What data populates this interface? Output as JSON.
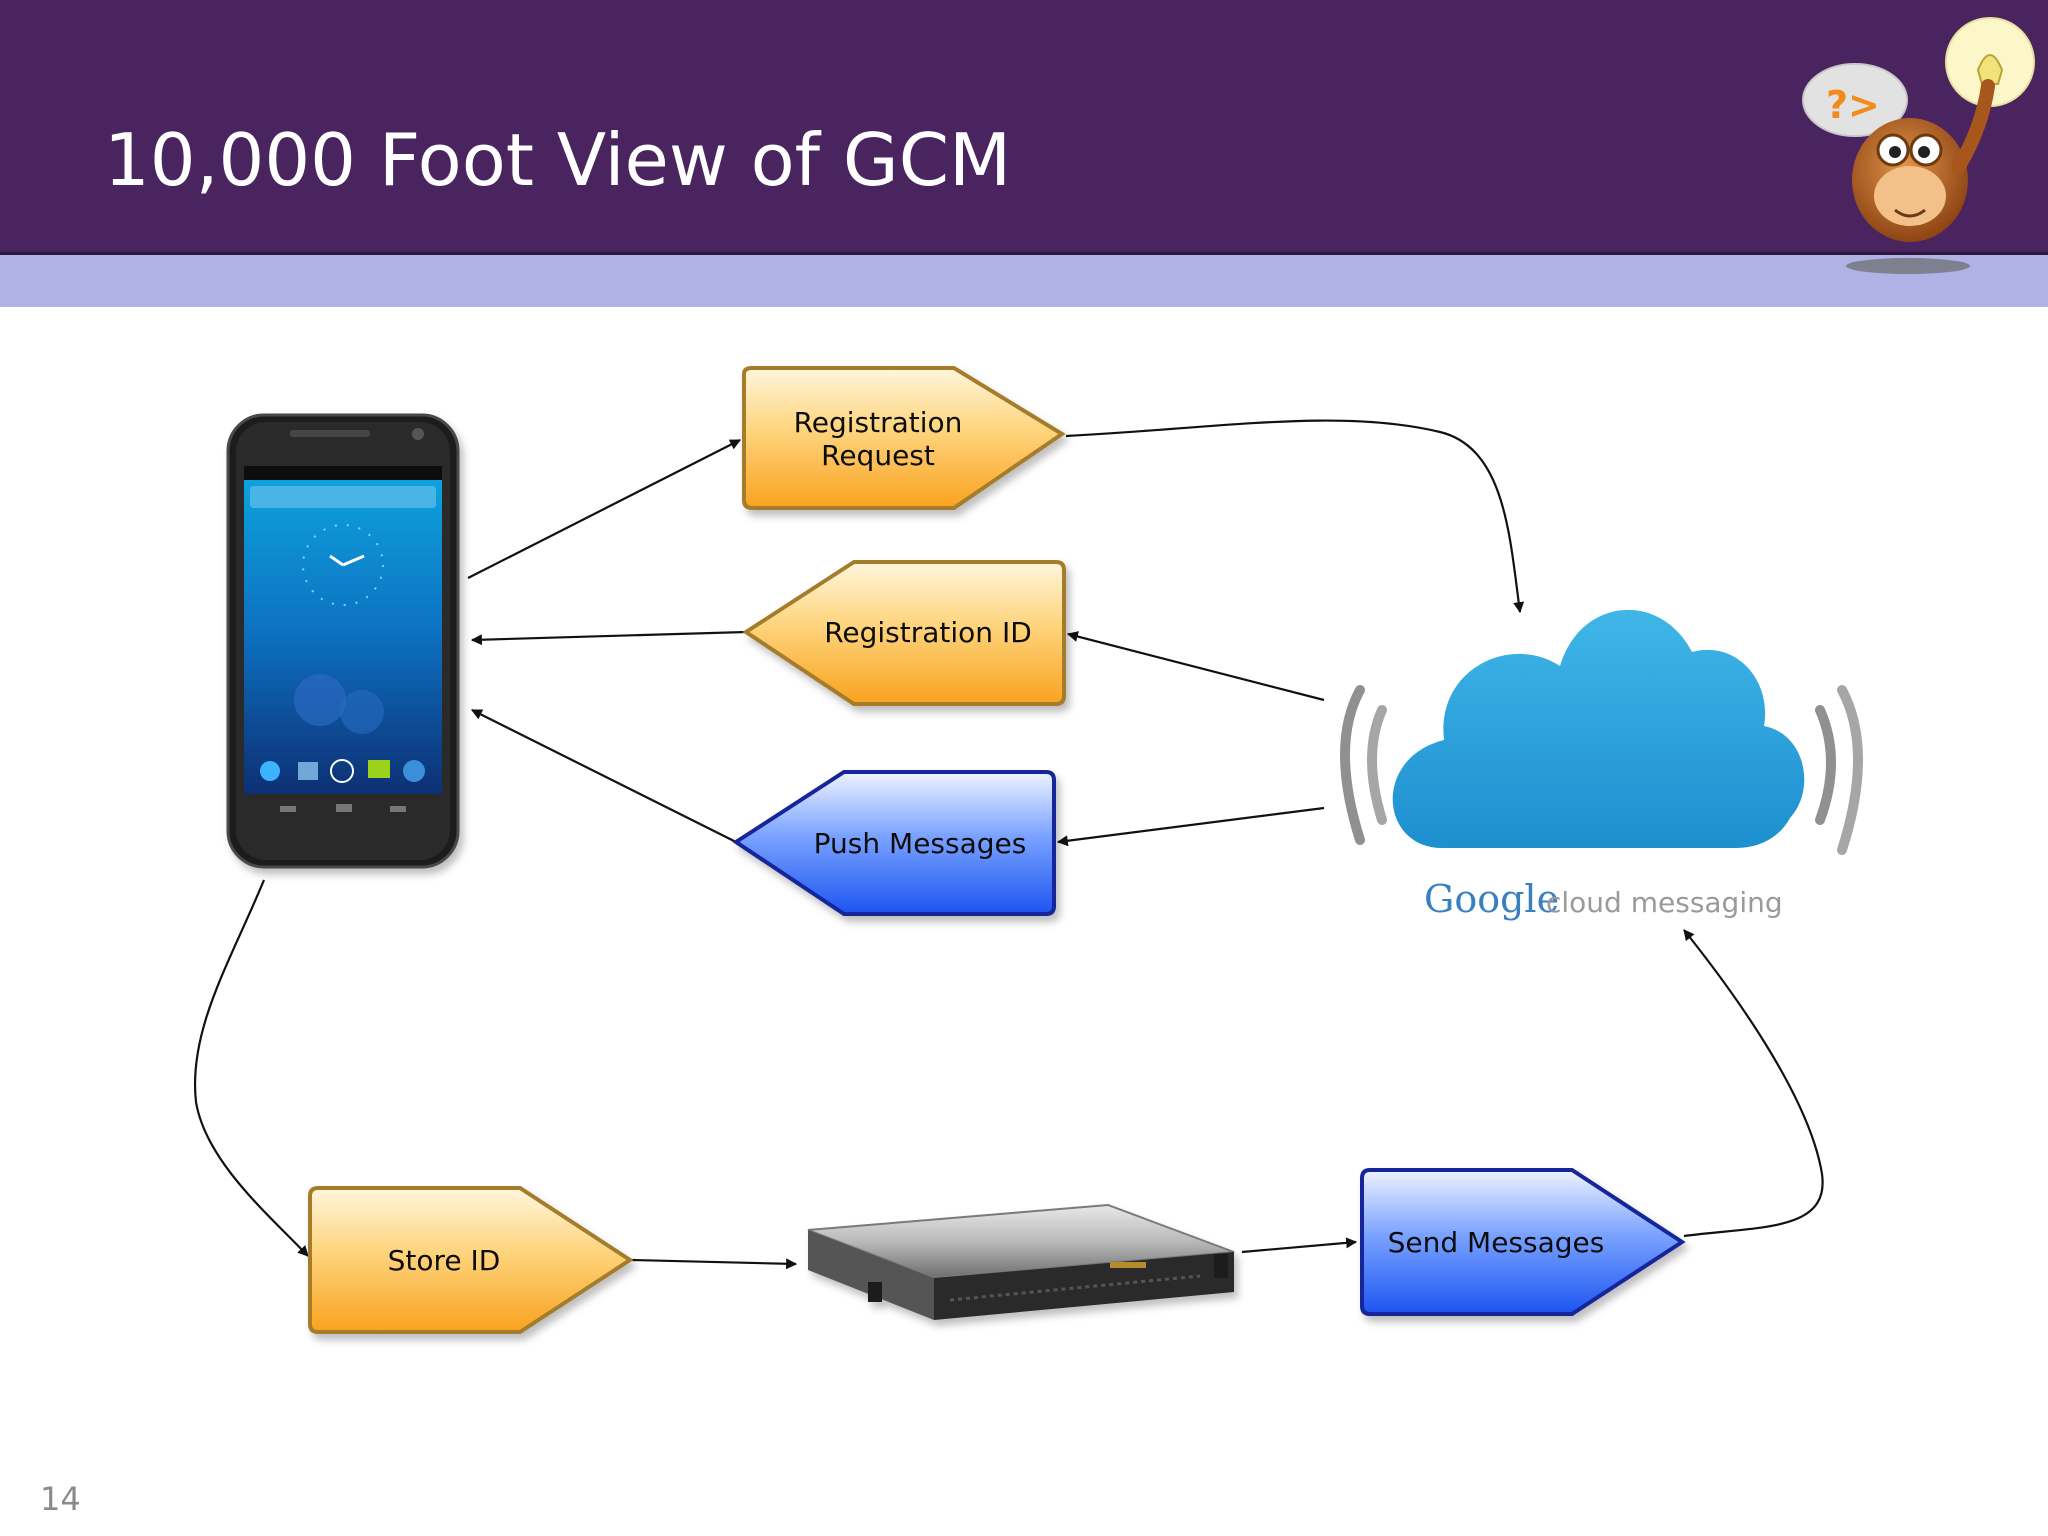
{
  "slide": {
    "title": "10,000 Foot View of GCM",
    "page_number": "14"
  },
  "colors": {
    "header": "#4a245f",
    "stripe": "#b0b2e6",
    "orange_box": "#fbb43c",
    "blue_box": "#2f6ef5",
    "cloud": "#2aa4dc"
  },
  "nodes": {
    "registration_request": {
      "line1": "Registration",
      "line2": "Request"
    },
    "registration_id": {
      "label": "Registration ID"
    },
    "push_messages": {
      "label": "Push Messages"
    },
    "store_id": {
      "label": "Store ID"
    },
    "send_messages": {
      "label": "Send Messages"
    },
    "gcm_logo": {
      "brand": "Google",
      "product": "cloud messaging"
    }
  },
  "icons": {
    "phone": "android-phone-icon",
    "cloud": "gcm-cloud-icon",
    "server": "rack-server-icon",
    "mascot": "monkey-mascot-icon"
  }
}
